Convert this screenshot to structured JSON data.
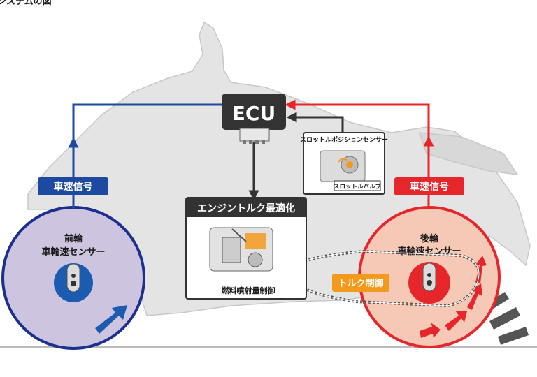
{
  "header": {
    "title_fragment": "システムの図"
  },
  "ecu": {
    "label": "ECU"
  },
  "front": {
    "signal_label": "車速信号",
    "sensor_line1": "前輪",
    "sensor_line2": "車輪速センサー"
  },
  "rear": {
    "signal_label": "車速信号",
    "sensor_line1": "後輪",
    "sensor_line2": "車輪速センサー"
  },
  "throttle": {
    "sensor_label": "スロットルポジションセンサー",
    "valve_label": "スロットルバルブ"
  },
  "engine": {
    "title": "エンジントルク最適化",
    "caption": "燃料噴射量制御"
  },
  "torque": {
    "label": "トルク制御"
  },
  "colors": {
    "front_blue": "#1d4aa0",
    "rear_red": "#e6262b",
    "ecu_dark": "#333333",
    "torque_orange": "#f39a1d",
    "silhouette": "#e4e4e4"
  }
}
